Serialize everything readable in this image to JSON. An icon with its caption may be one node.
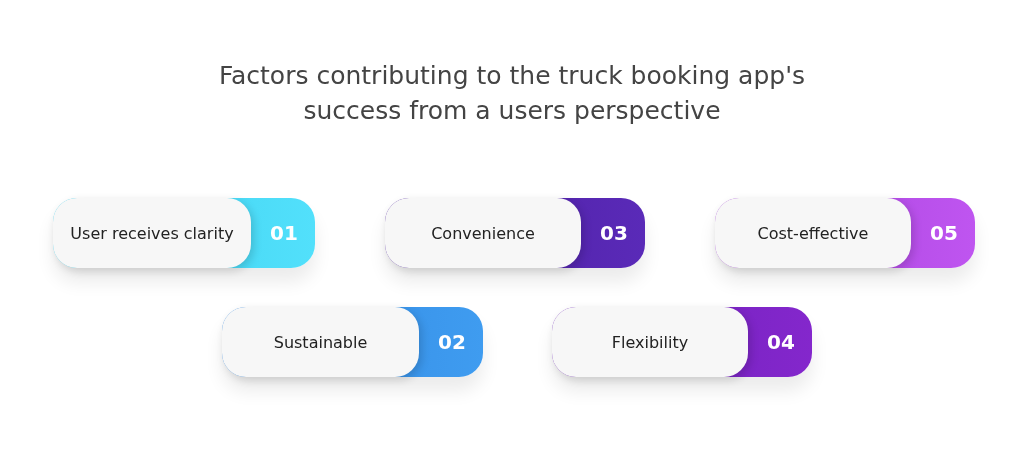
{
  "diagram": {
    "title": "Factors contributing to the truck booking app's success from a users perspective",
    "nodes": [
      {
        "text": [
          "User receives clarity",
          "01"
        ]
      },
      {
        "text": [
          "Convenience",
          "03"
        ]
      },
      {
        "text": [
          "Cost-effective",
          "05"
        ]
      },
      {
        "text": [
          "Sustainable",
          "02"
        ]
      },
      {
        "text": [
          "Flexibility",
          "04"
        ]
      }
    ]
  }
}
